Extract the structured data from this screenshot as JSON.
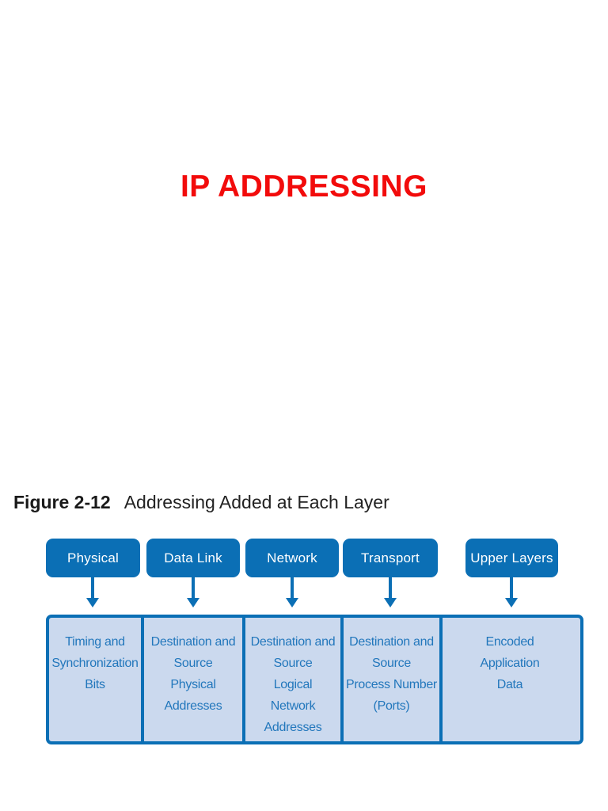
{
  "colors": {
    "accent_blue": "#0B6FB5",
    "table_fill": "#CBD9EE",
    "cell_text": "#2277BC",
    "title_red": "#F20B0B",
    "caption_ink": "#1A1A1A",
    "page_bg": "#FFFFFF"
  },
  "title": {
    "text": "IP ADDRESSING"
  },
  "caption": {
    "label": "Figure 2-12",
    "text": "Addressing Added at Each Layer"
  },
  "icons": {
    "arrow": "down-arrow-icon (solid triangle-tipped vertical line)"
  },
  "diagram": {
    "layers": [
      {
        "label": "Physical",
        "info": "Timing and\nSynchronization\nBits"
      },
      {
        "label": "Data Link",
        "info": "Destination and\nSource\nPhysical\nAddresses"
      },
      {
        "label": "Network",
        "info": "Destination and\nSource\nLogical\nNetwork\nAddresses"
      },
      {
        "label": "Transport",
        "info": "Destination and\nSource\nProcess Number\n(Ports)"
      },
      {
        "label": "Upper Layers",
        "info": "Encoded\nApplication\nData"
      }
    ]
  }
}
